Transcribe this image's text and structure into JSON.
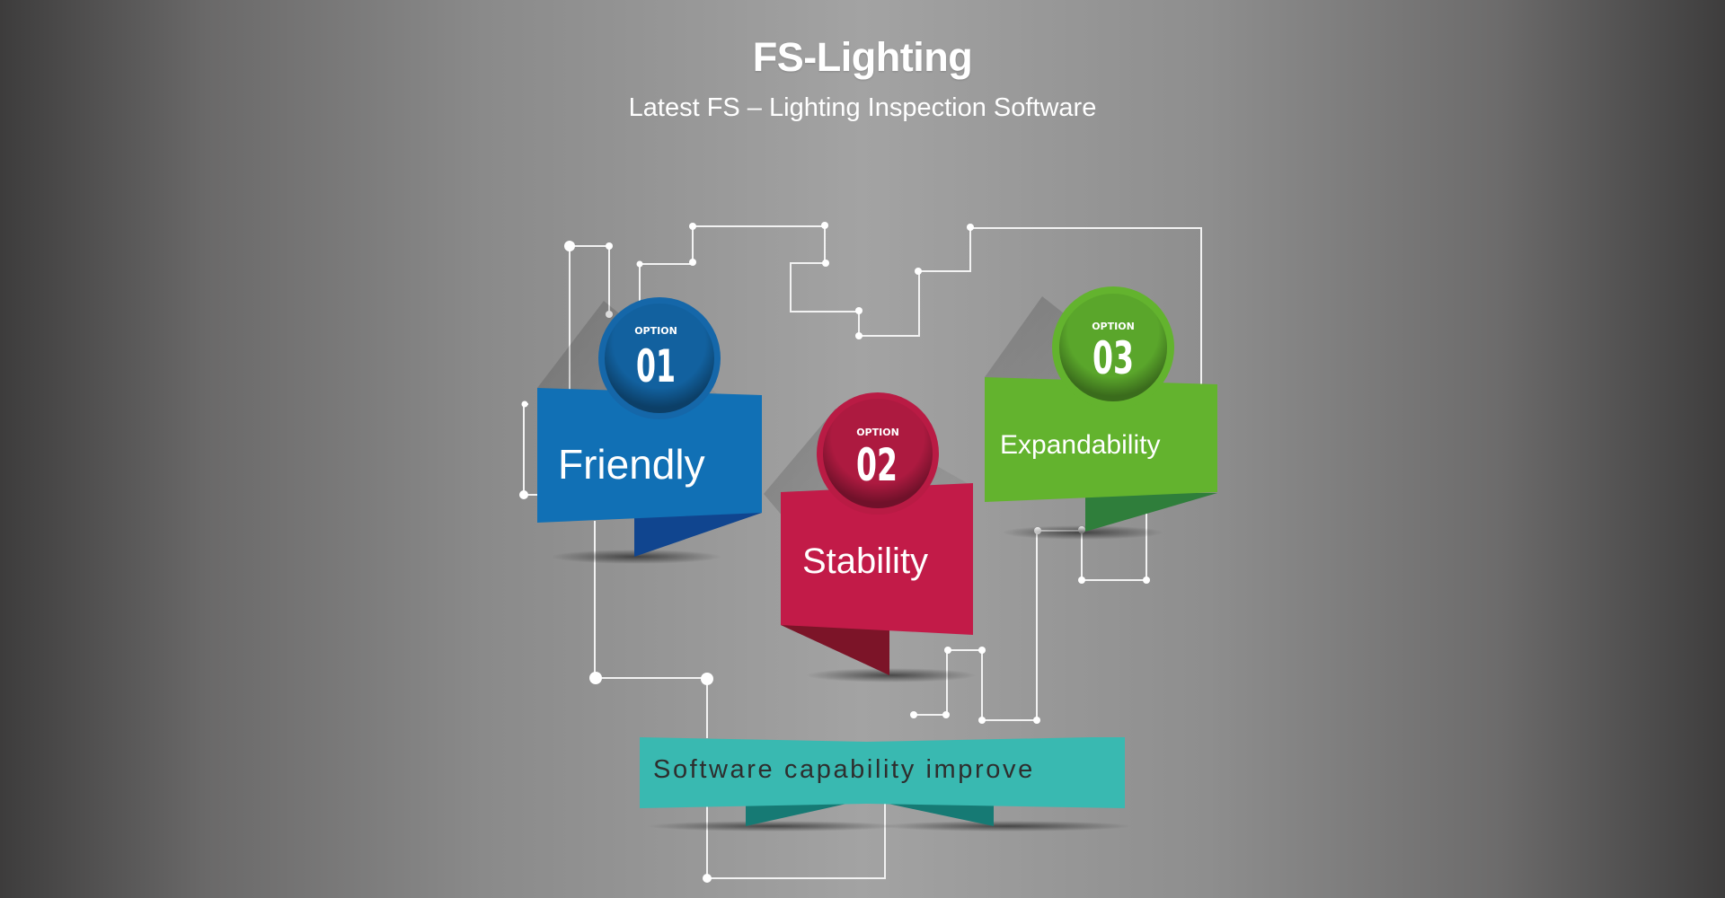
{
  "header": {
    "title": "FS-Lighting",
    "subtitle": "Latest FS – Lighting Inspection Software"
  },
  "options": [
    {
      "label": "OPTION",
      "number": "01",
      "text": "Friendly",
      "color": "#1170b5",
      "ring": "#1567a9",
      "tail": "#10458f"
    },
    {
      "label": "OPTION",
      "number": "02",
      "text": "Stability",
      "color": "#c21b48",
      "ring": "#b91b44",
      "tail": "#7c1428"
    },
    {
      "label": "OPTION",
      "number": "03",
      "text": "Expandability",
      "color": "#63b32e",
      "ring": "#5aa62b",
      "tail": "#2f7e3b"
    }
  ],
  "footer_banner": {
    "text": "Software capability improve",
    "color": "#39b9b1",
    "tail": "#167a74"
  }
}
